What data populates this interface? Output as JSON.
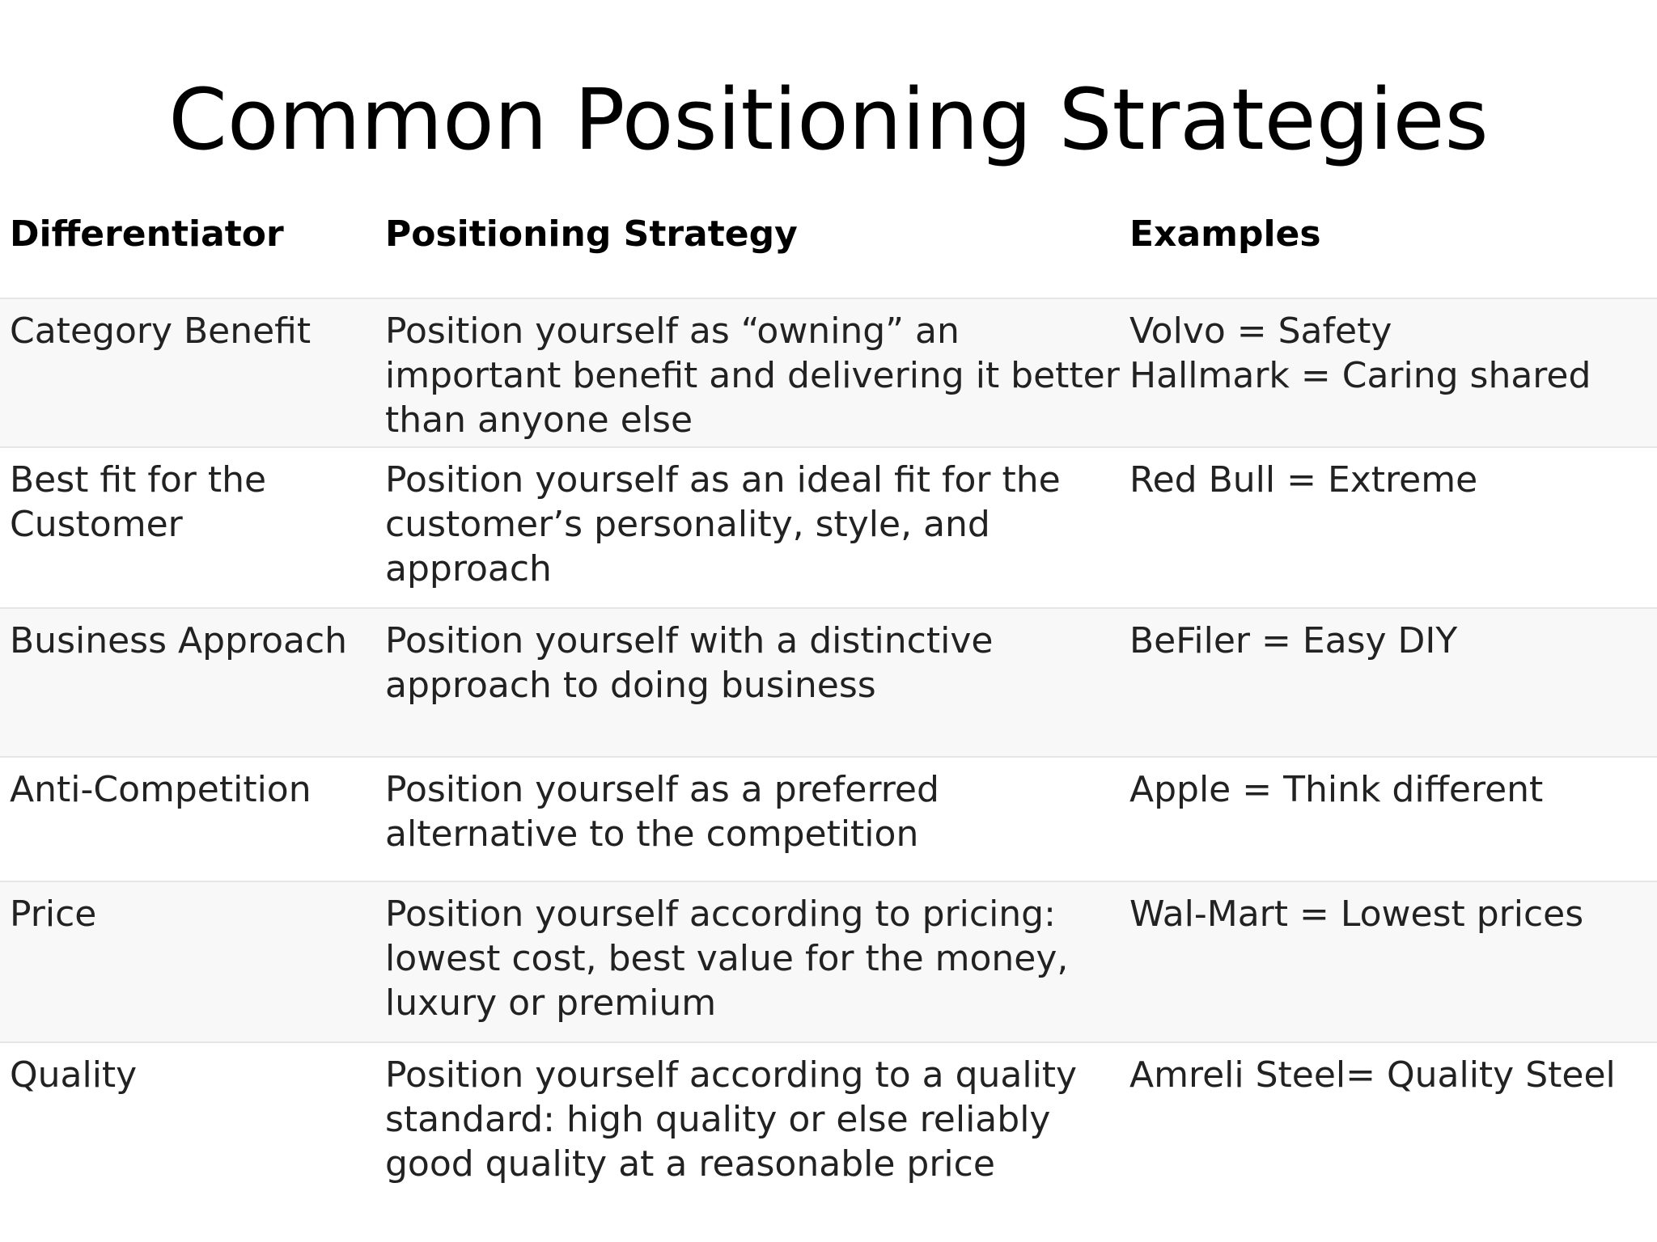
{
  "title": "Common Positioning Strategies",
  "table": {
    "headers": [
      "Differentiator",
      "Positioning Strategy",
      "Examples"
    ],
    "rows": [
      {
        "differentiator": "Category Benefit",
        "strategy": "Position yourself as “owning” an important benefit and delivering it better than anyone else",
        "examples": [
          "Volvo = Safety",
          "Hallmark = Caring shared"
        ]
      },
      {
        "differentiator": "Best fit for the Customer",
        "strategy": "Position yourself as an ideal fit for the customer’s personality, style, and approach",
        "examples": [
          "Red Bull = Extreme"
        ]
      },
      {
        "differentiator": "Business Approach",
        "strategy": "Position yourself with a distinctive approach to doing business",
        "examples": [
          "BeFiler = Easy DIY"
        ]
      },
      {
        "differentiator": "Anti-Competition",
        "strategy": "Position yourself as a preferred alternative to the competition",
        "examples": [
          "Apple = Think different"
        ]
      },
      {
        "differentiator": "Price",
        "strategy": "Position yourself according to pricing: lowest cost, best value for the money, luxury or premium",
        "examples": [
          "Wal-Mart = Lowest prices"
        ]
      },
      {
        "differentiator": "Quality",
        "strategy": "Position yourself according to a quality standard: high quality or else reliably good quality at a reasonable price",
        "examples": [
          "Amreli Steel= Quality Steel"
        ]
      }
    ]
  }
}
